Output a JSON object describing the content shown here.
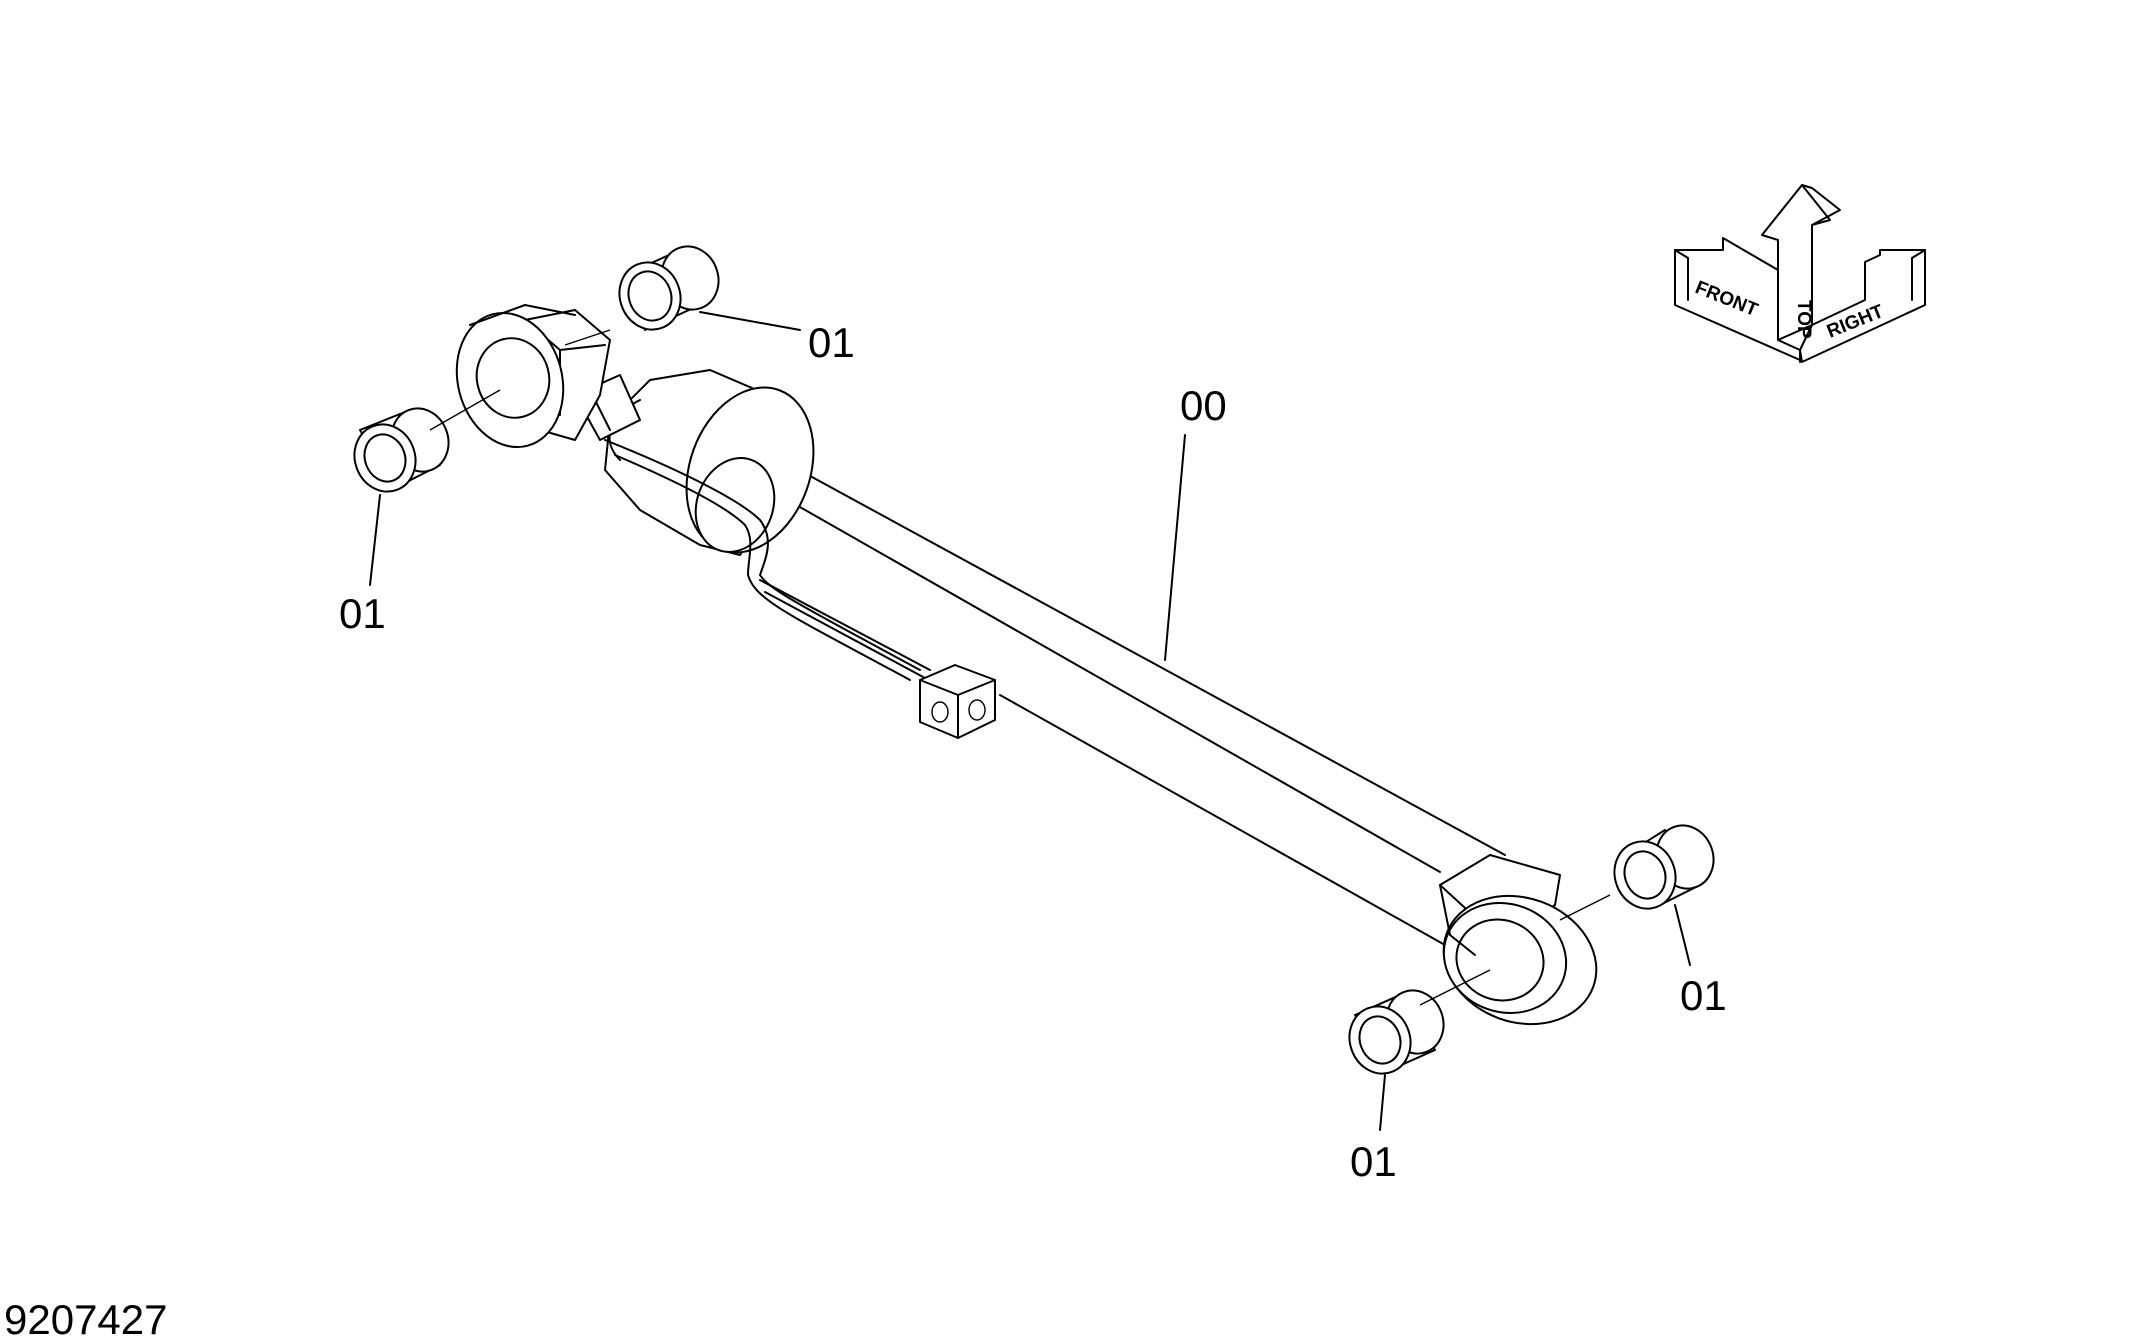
{
  "drawing_number": "9207427",
  "callouts": {
    "cylinder": "00",
    "bushing_head_top": "01",
    "bushing_head_left": "01",
    "bushing_rod_right": "01",
    "bushing_rod_bottom": "01"
  },
  "orientation": {
    "top": "TOP",
    "front": "FRONT",
    "right": "RIGHT"
  }
}
